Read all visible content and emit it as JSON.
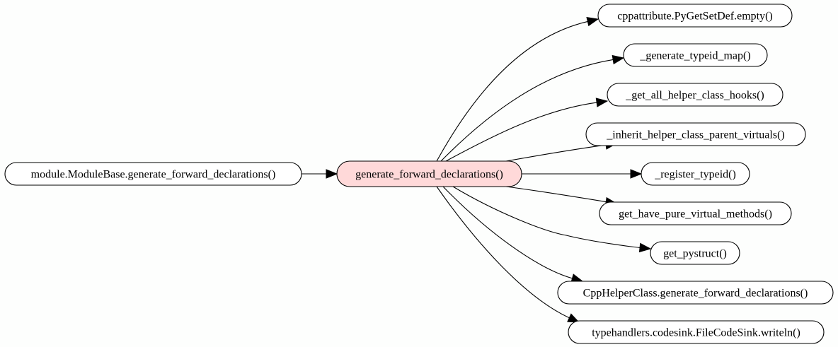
{
  "diagram": {
    "type": "call-graph",
    "colors": {
      "background": "#fdfefd",
      "node_fill": "#ffffff",
      "focus_fill": "#ffd9d9",
      "stroke": "#000000"
    },
    "nodes": [
      {
        "id": "caller",
        "label": "module.ModuleBase.generate_forward_declarations()",
        "focus": false
      },
      {
        "id": "focus",
        "label": "generate_forward_declarations()",
        "focus": true
      },
      {
        "id": "c1",
        "label": "cppattribute.PyGetSetDef.empty()",
        "focus": false
      },
      {
        "id": "c2",
        "label": "_generate_typeid_map()",
        "focus": false
      },
      {
        "id": "c3",
        "label": "_get_all_helper_class_hooks()",
        "focus": false
      },
      {
        "id": "c4",
        "label": "_inherit_helper_class_parent_virtuals()",
        "focus": false
      },
      {
        "id": "c5",
        "label": "_register_typeid()",
        "focus": false
      },
      {
        "id": "c6",
        "label": "get_have_pure_virtual_methods()",
        "focus": false
      },
      {
        "id": "c7",
        "label": "get_pystruct()",
        "focus": false
      },
      {
        "id": "c8",
        "label": "CppHelperClass.generate_forward_declarations()",
        "focus": false
      },
      {
        "id": "c9",
        "label": "typehandlers.codesink.FileCodeSink.writeln()",
        "focus": false
      }
    ],
    "edges": [
      {
        "from": "caller",
        "to": "focus"
      },
      {
        "from": "focus",
        "to": "c1"
      },
      {
        "from": "focus",
        "to": "c2"
      },
      {
        "from": "focus",
        "to": "c3"
      },
      {
        "from": "focus",
        "to": "c4"
      },
      {
        "from": "focus",
        "to": "c5"
      },
      {
        "from": "focus",
        "to": "c6"
      },
      {
        "from": "focus",
        "to": "c7"
      },
      {
        "from": "focus",
        "to": "c8"
      },
      {
        "from": "focus",
        "to": "c9"
      }
    ]
  }
}
